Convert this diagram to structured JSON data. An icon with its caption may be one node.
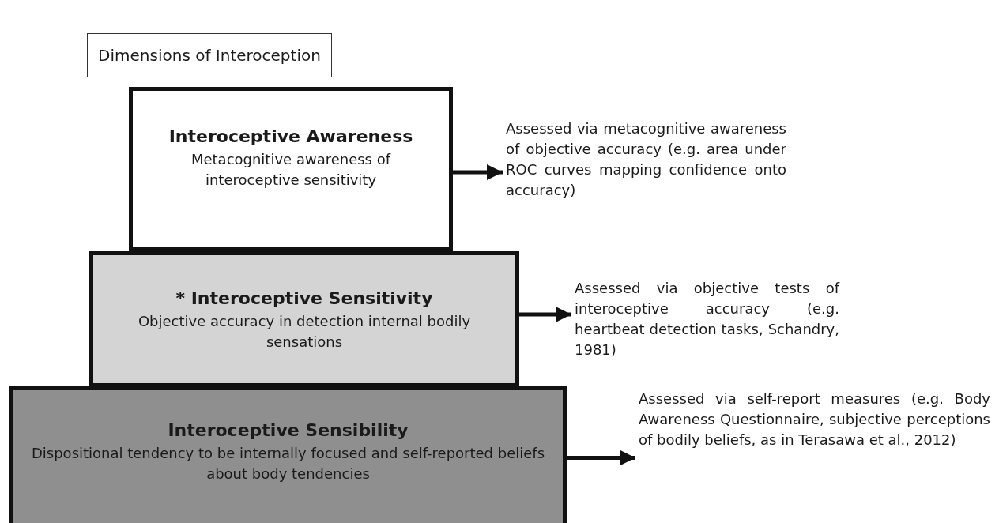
{
  "diagram": {
    "title": "Dimensions of Interoception",
    "nodes": [
      {
        "text": [
          "Interoceptive Awareness",
          "Metacognitive awareness of interoceptive sensitivity"
        ]
      },
      {
        "text": [
          "Assessed via metacognitive awareness of objective accuracy (e.g. area under ROC curves mapping confidence onto accuracy)"
        ]
      },
      {
        "text": [
          "* Interoceptive Sensitivity",
          "Objective accuracy in detection internal bodily sensations"
        ]
      },
      {
        "text": [
          "Assessed via objective tests of interoceptive accuracy (e.g. heartbeat detection tasks, Schandry, 1981)"
        ]
      },
      {
        "text": [
          "Interoceptive Sensibility",
          "Dispositional tendency to be internally focused and self-reported beliefs about body tendencies"
        ]
      },
      {
        "text": [
          "Assessed via self-report measures (e.g. Body Awareness Questionnaire, subjective perceptions of bodily beliefs, as in Terasawa et al., 2012)"
        ]
      }
    ],
    "edges": [
      {
        "from": 0,
        "to": 1,
        "arrow": "to"
      },
      {
        "from": 2,
        "to": 3,
        "arrow": "to"
      },
      {
        "from": 4,
        "to": 5,
        "arrow": "to"
      }
    ]
  }
}
